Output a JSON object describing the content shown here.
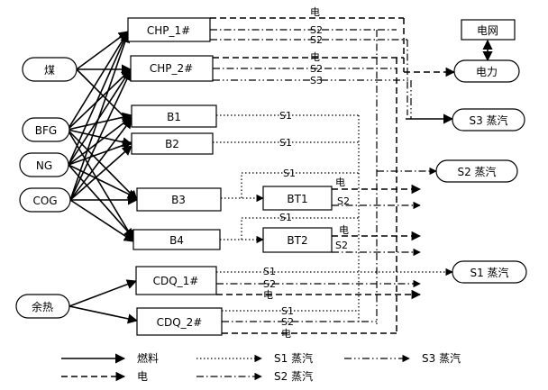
{
  "sources": {
    "coal": "煤",
    "bfg": "BFG",
    "ng": "NG",
    "cog": "COG",
    "waste_heat": "余热"
  },
  "units": {
    "chp1": "CHP_1#",
    "chp2": "CHP_2#",
    "b1": "B1",
    "b2": "B2",
    "b3": "B3",
    "b4": "B4",
    "bt1": "BT1",
    "bt2": "BT2",
    "cdq1": "CDQ_1#",
    "cdq2": "CDQ_2#"
  },
  "outputs": {
    "grid": "电网",
    "power": "电力",
    "s3_steam": "S3 蒸汽",
    "s2_steam": "S2 蒸汽",
    "s1_steam": "S1 蒸汽"
  },
  "flow_labels": {
    "elec": "电",
    "s1": "S1",
    "s2": "S2",
    "s3": "S3"
  },
  "legend": {
    "fuel": "燃料",
    "s1_steam": "S1 蒸汽",
    "s3_steam": "S3 蒸汽",
    "elec": "电",
    "s2_steam": "S2 蒸汽"
  }
}
